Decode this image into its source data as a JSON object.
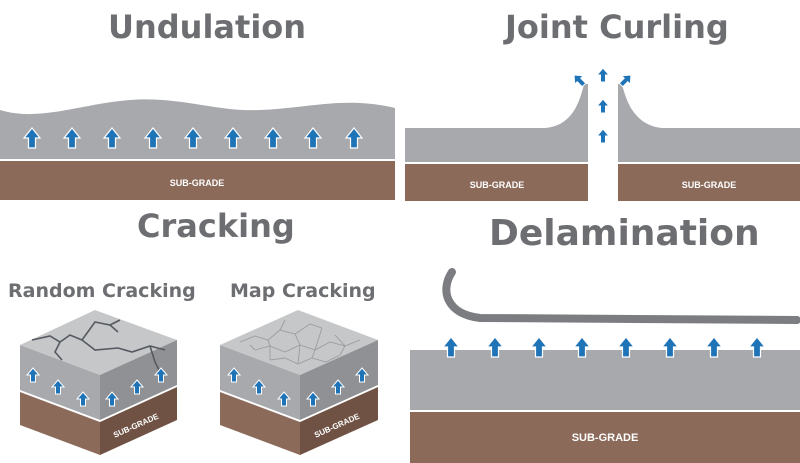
{
  "panels": {
    "undulation": {
      "title": "Undulation",
      "subgrade_label": "SUB-GRADE"
    },
    "joint_curling": {
      "title": "Joint Curling",
      "subgrade_left_label": "SUB-GRADE",
      "subgrade_right_label": "SUB-GRADE"
    },
    "cracking": {
      "title": "Cracking",
      "random": {
        "title": "Random Cracking",
        "subgrade_label": "SUB-GRADE"
      },
      "map": {
        "title": "Map Cracking",
        "subgrade_label": "SUB-GRADE"
      }
    },
    "delamination": {
      "title": "Delamination",
      "subgrade_label": "SUB-GRADE"
    }
  },
  "colors": {
    "slab": "#a7a9ac",
    "slab_top": "#c5c7c9",
    "slab_dark": "#8f9194",
    "subgrade": "#8b6a5a",
    "subgrade_dark": "#6f5244",
    "arrow": "#1f73b7",
    "title_text": "#6d6e71"
  },
  "icons": [
    "upward-pressure-arrow-icon",
    "crack-icon"
  ]
}
